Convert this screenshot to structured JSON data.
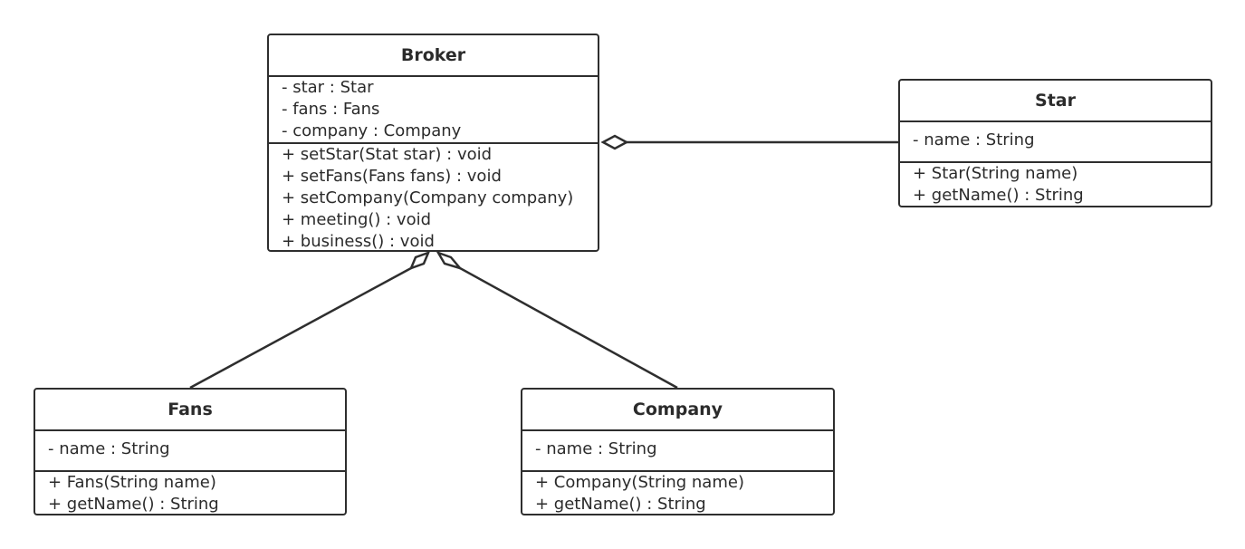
{
  "classes": {
    "broker": {
      "name": "Broker",
      "attributes": [
        "- star : Star",
        "- fans : Fans",
        "- company : Company"
      ],
      "operations": [
        "+ setStar(Stat star) : void",
        "+ setFans(Fans fans) : void",
        "+ setCompany(Company company)",
        "+ meeting() : void",
        "+ business() : void"
      ]
    },
    "star": {
      "name": "Star",
      "attributes": [
        "- name : String"
      ],
      "operations": [
        "+ Star(String name)",
        "+ getName() : String"
      ]
    },
    "fans": {
      "name": "Fans",
      "attributes": [
        "- name : String"
      ],
      "operations": [
        "+ Fans(String name)",
        "+ getName() : String"
      ]
    },
    "company": {
      "name": "Company",
      "attributes": [
        "- name : String"
      ],
      "operations": [
        "+ Company(String name)",
        "+ getName() : String"
      ]
    }
  },
  "relationships": [
    {
      "type": "aggregation",
      "whole": "Broker",
      "part": "Star"
    },
    {
      "type": "aggregation",
      "whole": "Broker",
      "part": "Fans"
    },
    {
      "type": "aggregation",
      "whole": "Broker",
      "part": "Company"
    }
  ],
  "colors": {
    "stroke": "#2e2e2e",
    "text": "#2b2b2b",
    "background": "#ffffff"
  }
}
